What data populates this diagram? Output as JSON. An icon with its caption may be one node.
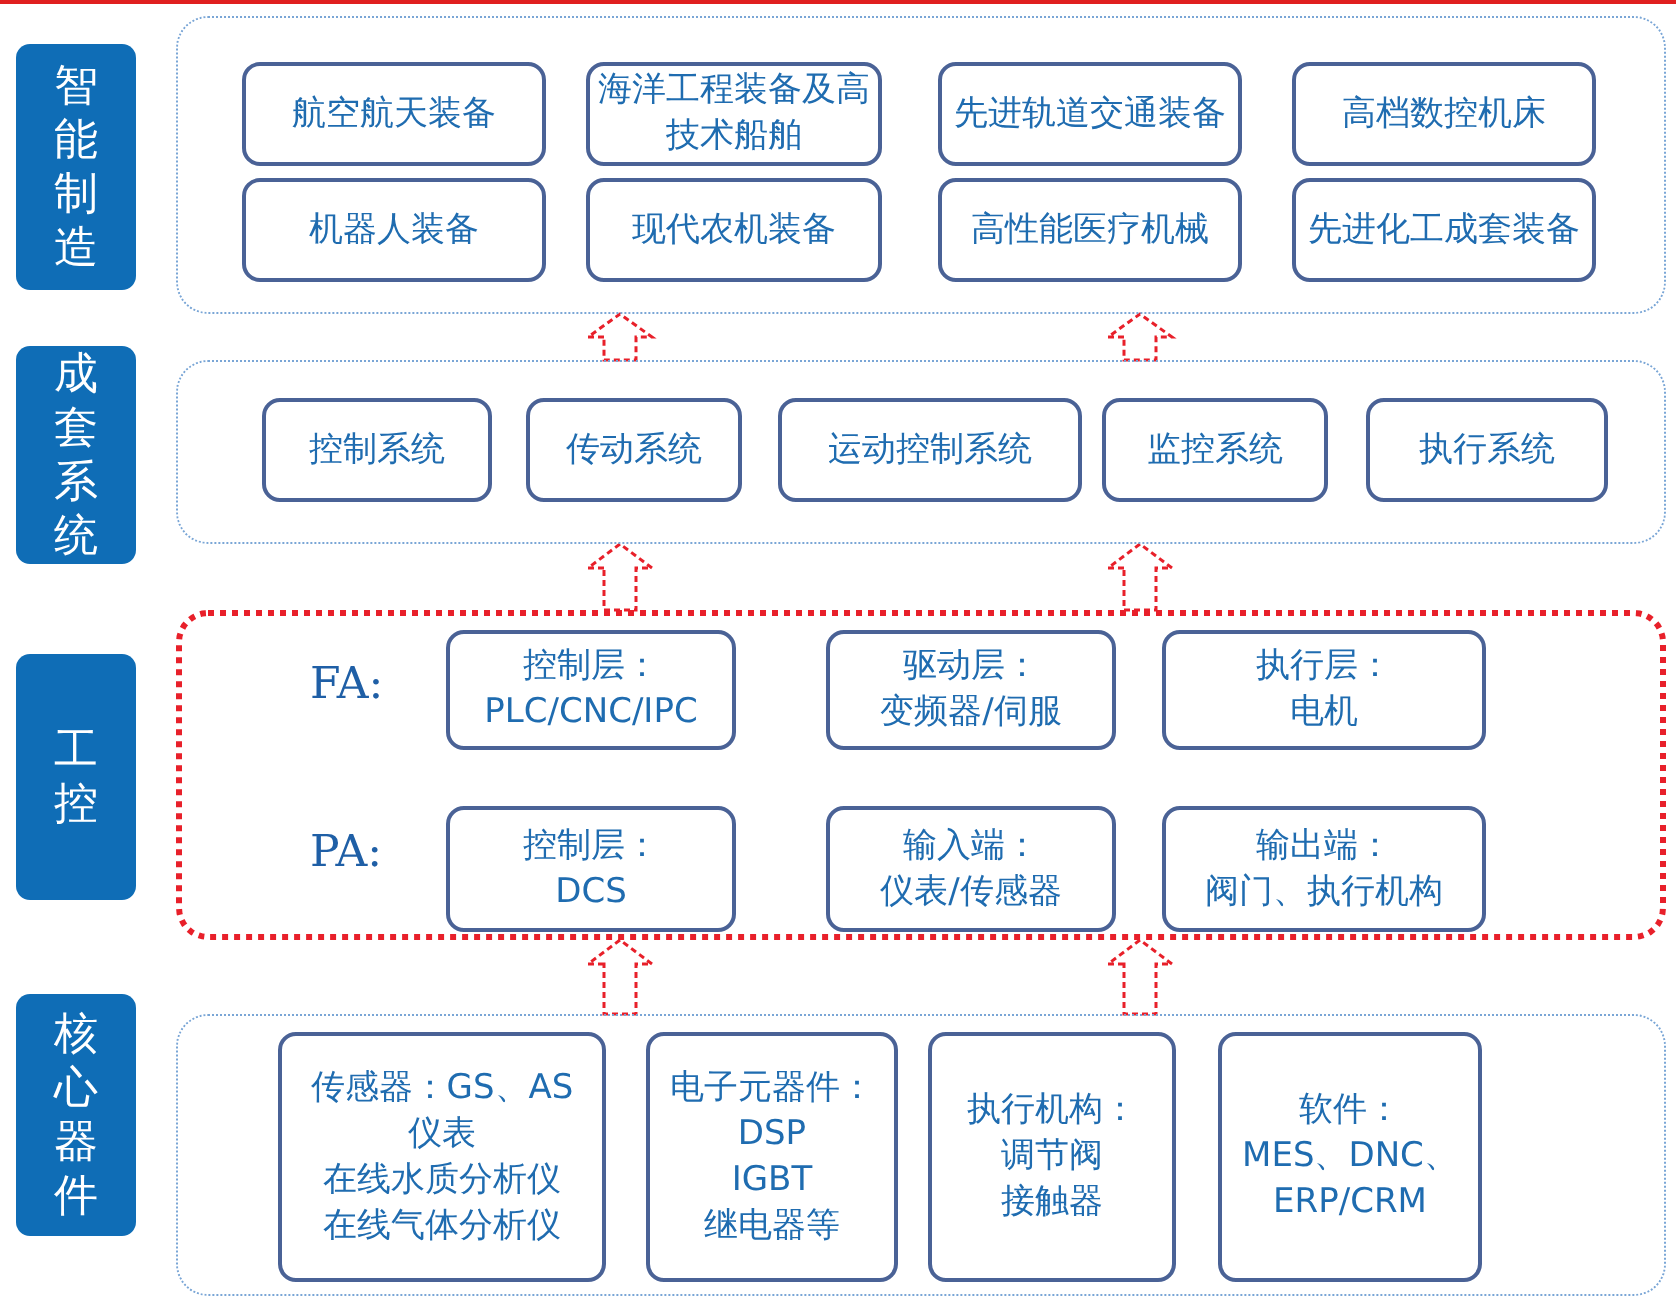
{
  "diagram": {
    "nodes": [
      {
        "text": [
          "智能制造"
        ]
      },
      {
        "text": [],
        "shape": "box"
      },
      {
        "text": [
          "航空航天装备"
        ],
        "in": 1
      },
      {
        "text": [
          "海洋工程装备及高技术船舶"
        ],
        "in": 1
      },
      {
        "text": [
          "先进轨道交通装备"
        ],
        "in": 1
      },
      {
        "text": [
          "高档数控机床"
        ],
        "in": 1
      },
      {
        "text": [
          "机器人装备"
        ],
        "in": 1
      },
      {
        "text": [
          "现代农机装备"
        ],
        "in": 1
      },
      {
        "text": [
          "高性能医疗机械"
        ],
        "in": 1
      },
      {
        "text": [
          "先进化工成套装备"
        ],
        "in": 1
      },
      {
        "text": [
          "成套系统"
        ]
      },
      {
        "text": [],
        "shape": "box"
      },
      {
        "text": [
          "控制系统"
        ],
        "in": 11
      },
      {
        "text": [
          "传动系统"
        ],
        "in": 11
      },
      {
        "text": [
          "运动控制系统"
        ],
        "in": 11
      },
      {
        "text": [
          "监控系统"
        ],
        "in": 11
      },
      {
        "text": [
          "执行系统"
        ],
        "in": 11
      },
      {
        "text": [
          "工控"
        ]
      },
      {
        "text": [],
        "shape": "box"
      },
      {
        "text": [
          "控制层：",
          "PLC/CNC/IPC"
        ],
        "in": 18
      },
      {
        "text": [
          "驱动层：",
          "变频器/伺服"
        ],
        "in": 18
      },
      {
        "text": [
          "执行层：",
          "电机"
        ],
        "in": 18
      },
      {
        "text": [
          "控制层：",
          "DCS"
        ],
        "in": 18
      },
      {
        "text": [
          "输入端：",
          "仪表/传感器"
        ],
        "in": 18
      },
      {
        "text": [
          "输出端：",
          "阀门、执行机构"
        ],
        "in": 18
      },
      {
        "text": [
          "核心器件"
        ]
      },
      {
        "text": [],
        "shape": "box"
      },
      {
        "text": [
          "传感器：GS、AS",
          "仪表",
          "在线水质分析仪",
          "在线气体分析仪"
        ],
        "in": 26
      },
      {
        "text": [
          "电子元器件：",
          "DSP",
          "IGBT",
          "继电器等"
        ],
        "in": 26
      },
      {
        "text": [
          "执行机构：",
          "调节阀",
          "接触器"
        ],
        "in": 26
      },
      {
        "text": [
          "软件：",
          "MES、DNC、ERP/CRM"
        ],
        "in": 26
      }
    ],
    "edges": [
      {
        "from": 11,
        "to": 1,
        "arrow": "to",
        "style": "dashed"
      },
      {
        "from": 11,
        "to": 1,
        "arrow": "to",
        "style": "dashed"
      },
      {
        "from": 18,
        "to": 11,
        "arrow": "to",
        "style": "dashed"
      },
      {
        "from": 18,
        "to": 11,
        "arrow": "to",
        "style": "dashed"
      },
      {
        "from": 26,
        "to": 18,
        "arrow": "to",
        "style": "dashed"
      },
      {
        "from": 26,
        "to": 18,
        "arrow": "to",
        "style": "dashed"
      }
    ],
    "labels": [
      "FA:",
      "PA:"
    ]
  }
}
